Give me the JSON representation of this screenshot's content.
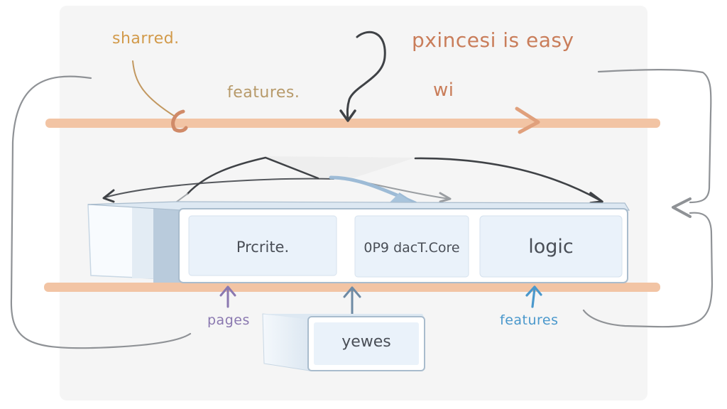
{
  "diagram": {
    "annotations": {
      "shared": "sharred.",
      "features_top": "features.",
      "headline": "pxincesi is easy",
      "wi": "wi",
      "pages": "pages",
      "features_bottom": "features"
    },
    "layers": [
      {
        "id": "layer-top",
        "label": "Prcrite."
      },
      {
        "id": "layer-middle",
        "label": "0P9 dacT.Core"
      },
      {
        "id": "layer-right",
        "label": "logic"
      }
    ],
    "lower_box": {
      "label": "yewes"
    },
    "colors": {
      "band": "#f2c4a4",
      "panel": "#f5f5f5",
      "box_fill": "#eaf2fa",
      "box_edge": "#a9bccd",
      "box_side": "#c4d4e2",
      "arrow_dark": "#3f4246",
      "arrow_gray": "#8f9296",
      "text_orange": "#d29a4a",
      "text_tan": "#b79a6a",
      "text_rust": "#c97d5a",
      "text_purple": "#8a78b0",
      "text_blue": "#4a98cc",
      "text_box": "#4a4f57"
    }
  }
}
